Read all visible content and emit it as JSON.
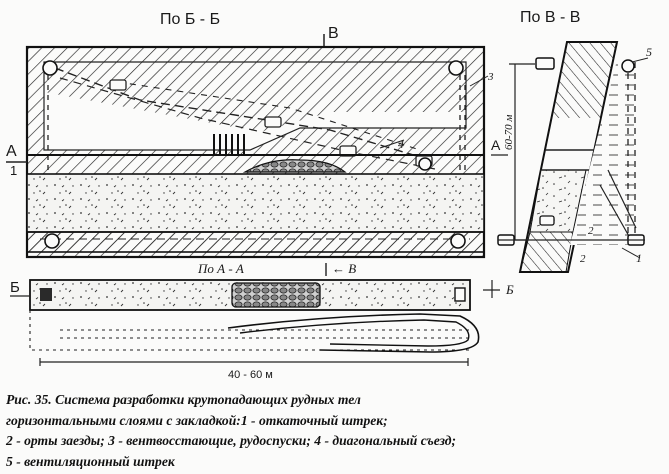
{
  "section_labels": {
    "bb": "По Б - Б",
    "vv": "По В - В",
    "aa": "По А - А"
  },
  "marks": {
    "b_top": "B",
    "a_left": "A",
    "a_right": "A",
    "one_left": "1",
    "b_left": "Б",
    "b_right": "Б",
    "v_arrow": "← В",
    "n2": "2",
    "n3": "3",
    "n4": "4",
    "n5": "5",
    "n1": "1"
  },
  "dimensions": {
    "height": "60-70 м",
    "width": "40 - 60 м"
  },
  "caption": {
    "line1": "Рис. 35. Система разработки крутопадающих рудных тел",
    "line2": "горизонтальными слоями с закладкой:1 - откаточный штрек;",
    "line3": "2 - орты заезды; 3 - вентвосстающие, рудоспуски; 4 - диагональный съезд;",
    "line4": "5 - вентиляционный штрек"
  }
}
